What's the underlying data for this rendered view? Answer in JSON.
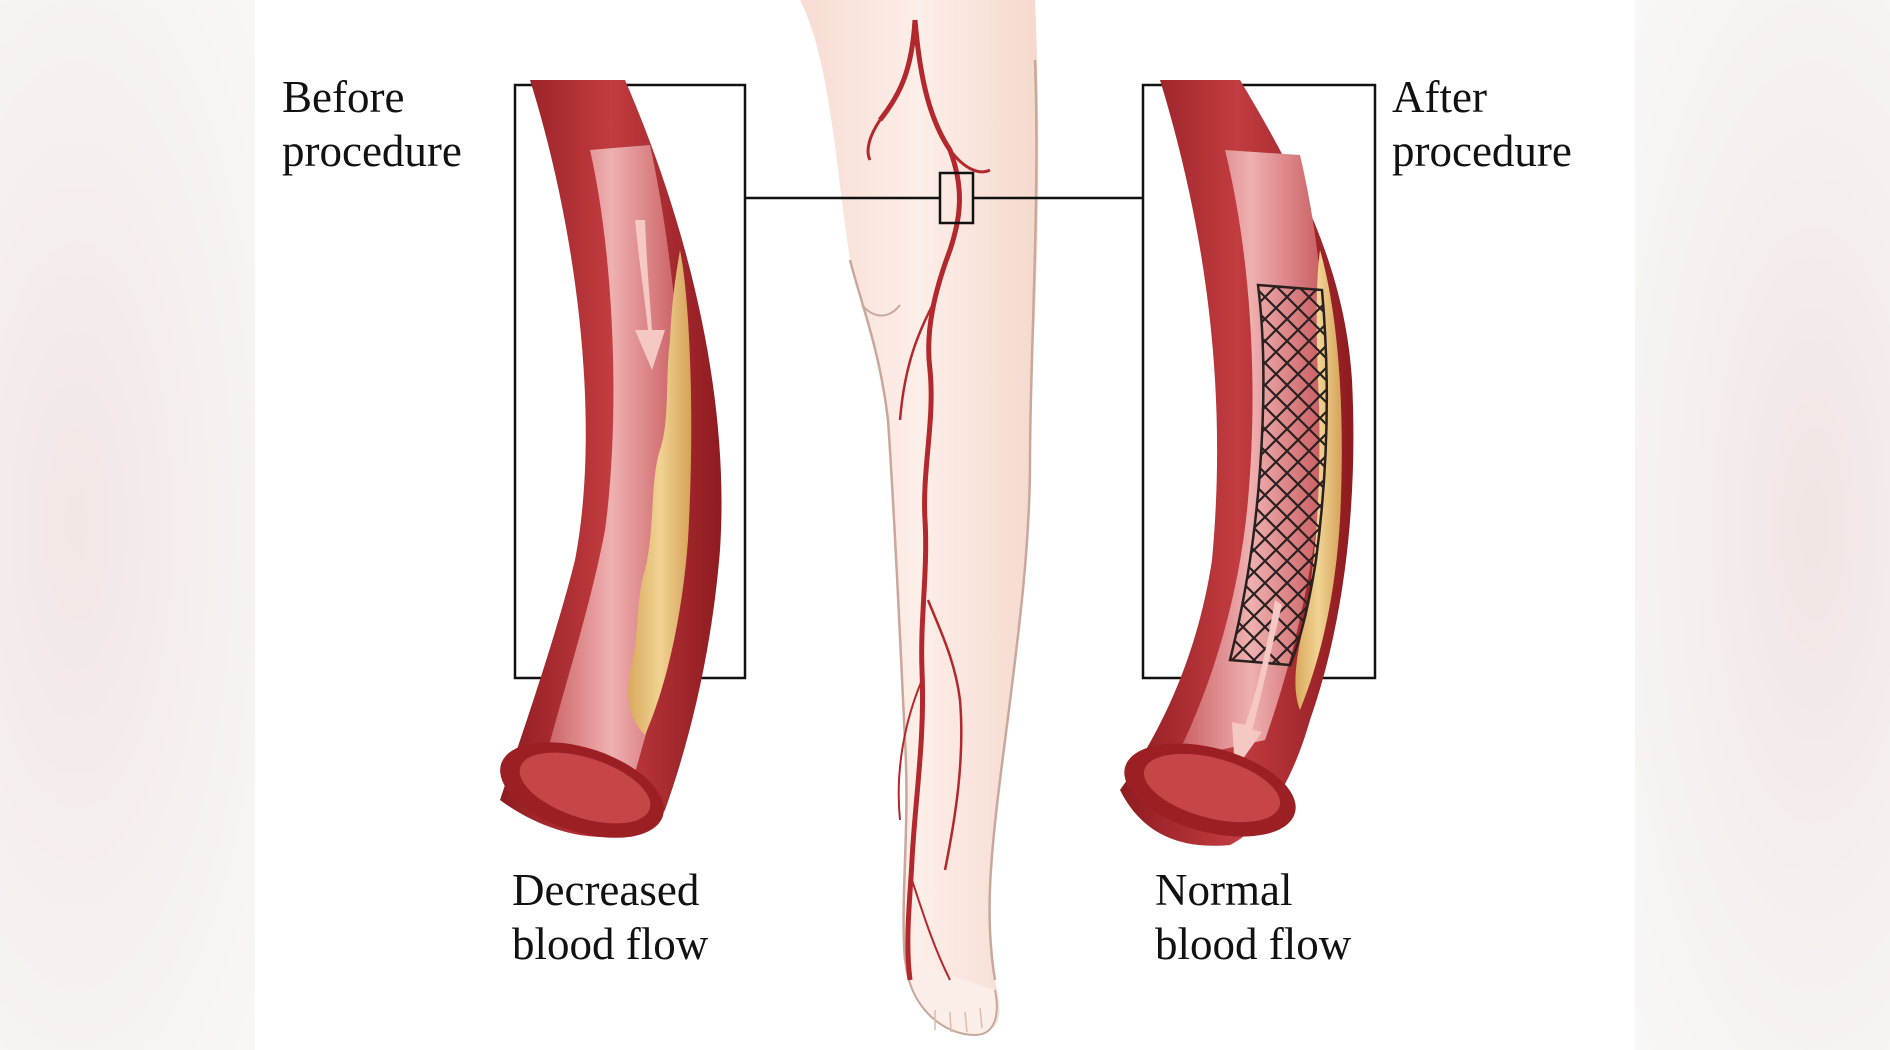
{
  "labels": {
    "before": [
      "Before",
      "procedure"
    ],
    "after": [
      "After",
      "procedure"
    ],
    "decreased": [
      "Decreased",
      "blood flow"
    ],
    "normal": [
      "Normal",
      "blood flow"
    ]
  },
  "colors": {
    "artery_wall": "#a8262a",
    "artery_lumen": "#d9777a",
    "plaque": "#e7c37d",
    "skin": "#f9e3da",
    "outline": "#111111"
  }
}
